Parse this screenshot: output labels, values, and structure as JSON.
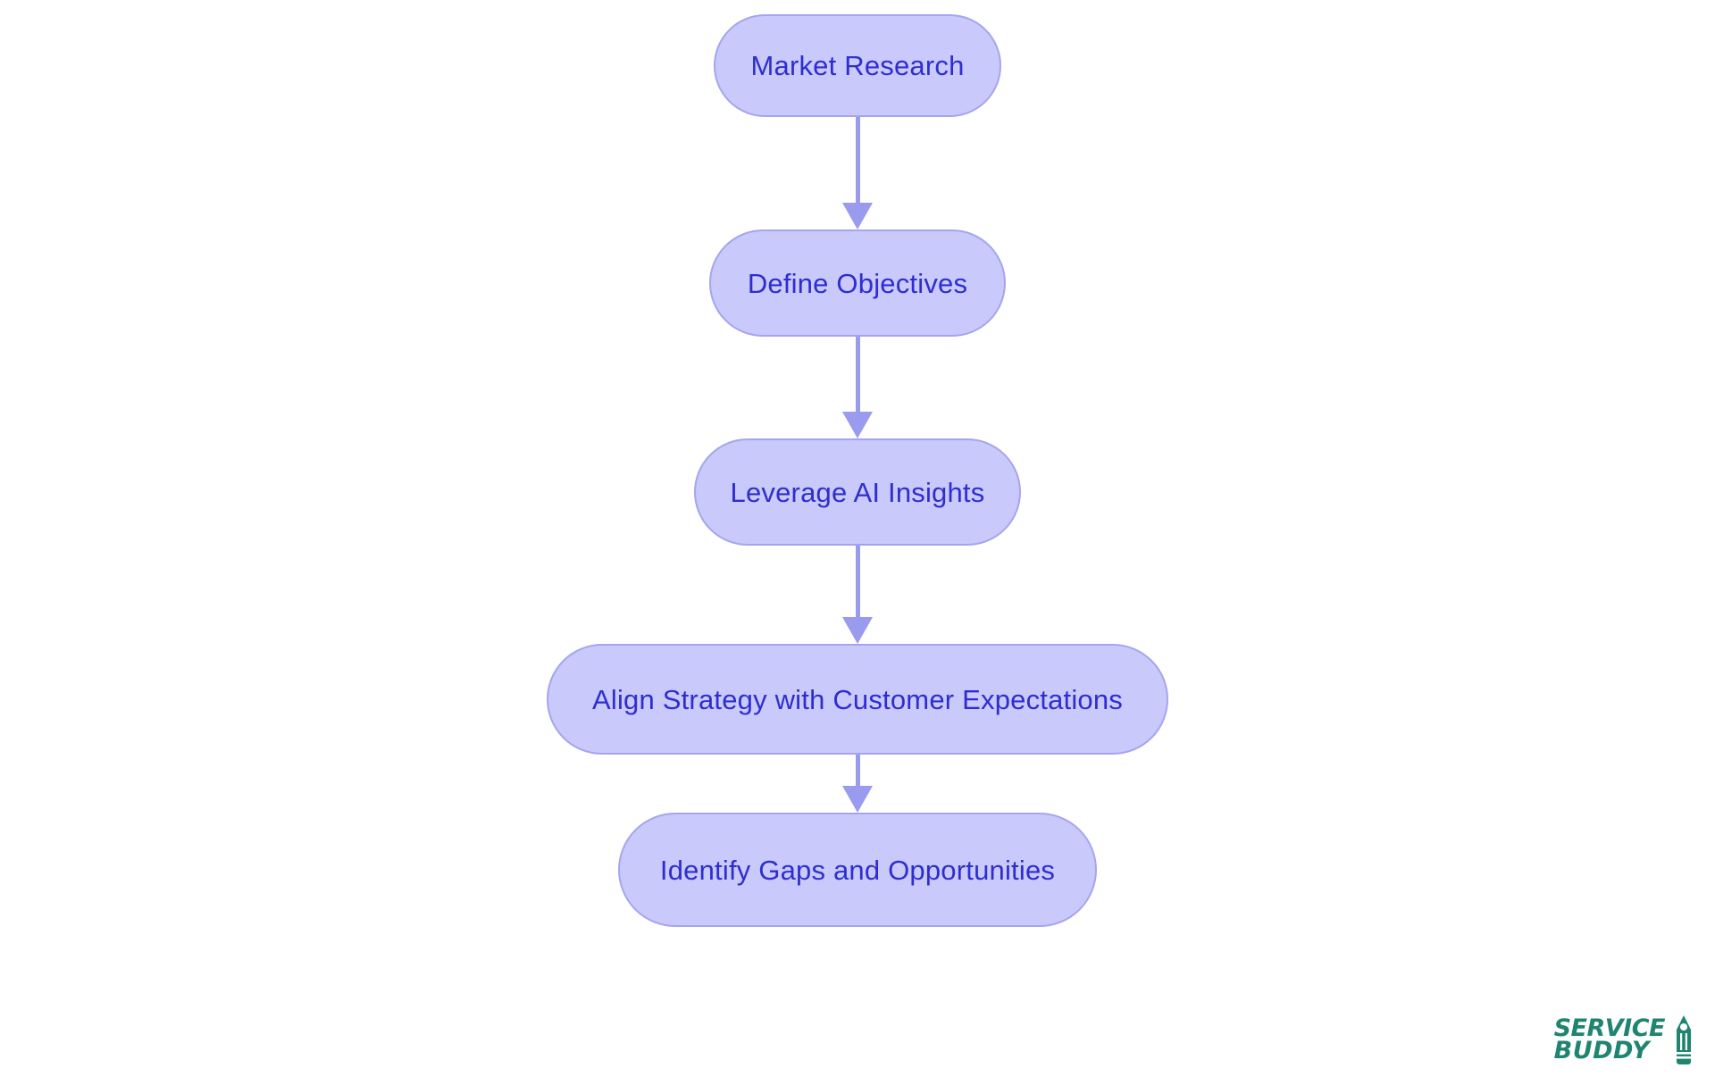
{
  "document": {
    "type": "flowchart",
    "orientation": "top-to-bottom",
    "background_color": "#ffffff"
  },
  "theme": {
    "node_fill": "#c9c9fb",
    "node_border": "#a5a5ef",
    "node_text": "#2e2ed0",
    "connector": "#9a9aee",
    "logo_color": "#1f8570"
  },
  "flow": {
    "nodes": [
      {
        "id": "market-research",
        "label": "Market Research"
      },
      {
        "id": "define-objectives",
        "label": "Define Objectives"
      },
      {
        "id": "leverage-ai-insights",
        "label": "Leverage AI Insights"
      },
      {
        "id": "align-strategy",
        "label": "Align Strategy with Customer Expectations"
      },
      {
        "id": "identify-gaps",
        "label": "Identify Gaps and Opportunities"
      }
    ],
    "connectors": [
      {
        "from": "market-research",
        "to": "define-objectives",
        "icon": "arrow-down-icon"
      },
      {
        "from": "define-objectives",
        "to": "leverage-ai-insights",
        "icon": "arrow-down-icon"
      },
      {
        "from": "leverage-ai-insights",
        "to": "align-strategy",
        "icon": "arrow-down-icon"
      },
      {
        "from": "align-strategy",
        "to": "identify-gaps",
        "icon": "arrow-down-icon"
      }
    ]
  },
  "logo": {
    "line1": "SERVICE",
    "line2": "BUDDY",
    "icon": "pencil-icon"
  }
}
